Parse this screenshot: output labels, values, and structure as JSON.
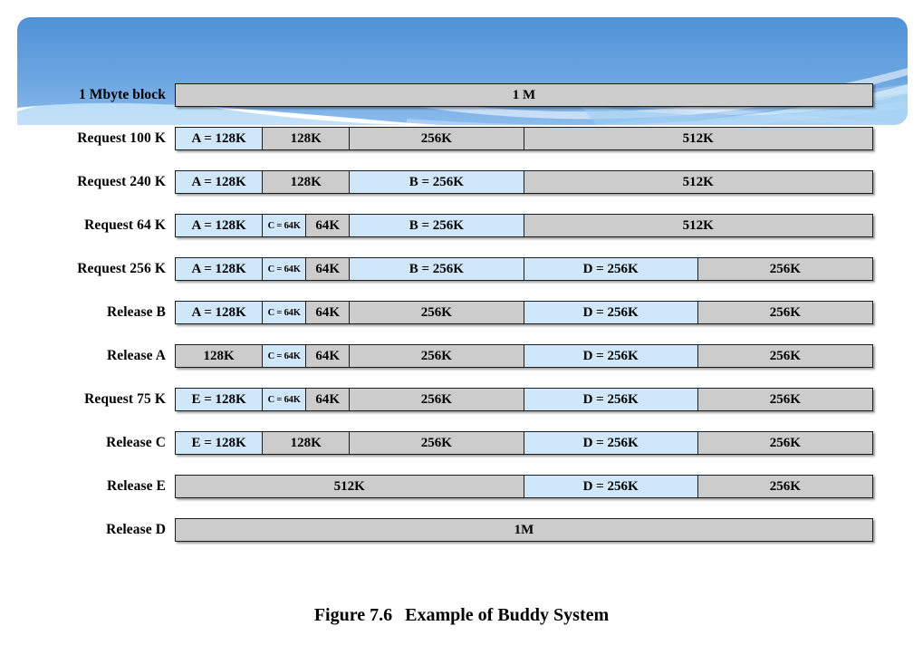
{
  "caption": {
    "number": "Figure 7.6",
    "text": "Example of Buddy System"
  },
  "colors": {
    "free_block": "#cccccc",
    "allocated_block": "#cfe7f8",
    "block_border": "#1c1c1c",
    "banner_blue_dark": "#5d9ede",
    "banner_blue_light": "#a8d2f0",
    "page_background": "#ffffff"
  },
  "diagram": {
    "total_size_label": "1 M",
    "total_units": 1024,
    "rows": [
      {
        "label": "1 Mbyte block",
        "segments": [
          {
            "text": "1 M",
            "units": 1024,
            "state": "free",
            "small": false
          }
        ]
      },
      {
        "label": "Request 100 K",
        "segments": [
          {
            "text": "A = 128K",
            "units": 128,
            "state": "alloc",
            "small": false
          },
          {
            "text": "128K",
            "units": 128,
            "state": "free",
            "small": false
          },
          {
            "text": "256K",
            "units": 256,
            "state": "free",
            "small": false
          },
          {
            "text": "512K",
            "units": 512,
            "state": "free",
            "small": false
          }
        ]
      },
      {
        "label": "Request 240 K",
        "segments": [
          {
            "text": "A = 128K",
            "units": 128,
            "state": "alloc",
            "small": false
          },
          {
            "text": "128K",
            "units": 128,
            "state": "free",
            "small": false
          },
          {
            "text": "B = 256K",
            "units": 256,
            "state": "alloc",
            "small": false
          },
          {
            "text": "512K",
            "units": 512,
            "state": "free",
            "small": false
          }
        ]
      },
      {
        "label": "Request 64 K",
        "segments": [
          {
            "text": "A = 128K",
            "units": 128,
            "state": "alloc",
            "small": false
          },
          {
            "text": "C = 64K",
            "units": 64,
            "state": "alloc",
            "small": true
          },
          {
            "text": "64K",
            "units": 64,
            "state": "free",
            "small": false
          },
          {
            "text": "B = 256K",
            "units": 256,
            "state": "alloc",
            "small": false
          },
          {
            "text": "512K",
            "units": 512,
            "state": "free",
            "small": false
          }
        ]
      },
      {
        "label": "Request 256 K",
        "segments": [
          {
            "text": "A = 128K",
            "units": 128,
            "state": "alloc",
            "small": false
          },
          {
            "text": "C = 64K",
            "units": 64,
            "state": "alloc",
            "small": true
          },
          {
            "text": "64K",
            "units": 64,
            "state": "free",
            "small": false
          },
          {
            "text": "B = 256K",
            "units": 256,
            "state": "alloc",
            "small": false
          },
          {
            "text": "D = 256K",
            "units": 256,
            "state": "alloc",
            "small": false
          },
          {
            "text": "256K",
            "units": 256,
            "state": "free",
            "small": false
          }
        ]
      },
      {
        "label": "Release B",
        "segments": [
          {
            "text": "A = 128K",
            "units": 128,
            "state": "alloc",
            "small": false
          },
          {
            "text": "C = 64K",
            "units": 64,
            "state": "alloc",
            "small": true
          },
          {
            "text": "64K",
            "units": 64,
            "state": "free",
            "small": false
          },
          {
            "text": "256K",
            "units": 256,
            "state": "free",
            "small": false
          },
          {
            "text": "D = 256K",
            "units": 256,
            "state": "alloc",
            "small": false
          },
          {
            "text": "256K",
            "units": 256,
            "state": "free",
            "small": false
          }
        ]
      },
      {
        "label": "Release A",
        "segments": [
          {
            "text": "128K",
            "units": 128,
            "state": "free",
            "small": false
          },
          {
            "text": "C = 64K",
            "units": 64,
            "state": "alloc",
            "small": true
          },
          {
            "text": "64K",
            "units": 64,
            "state": "free",
            "small": false
          },
          {
            "text": "256K",
            "units": 256,
            "state": "free",
            "small": false
          },
          {
            "text": "D = 256K",
            "units": 256,
            "state": "alloc",
            "small": false
          },
          {
            "text": "256K",
            "units": 256,
            "state": "free",
            "small": false
          }
        ]
      },
      {
        "label": "Request 75 K",
        "segments": [
          {
            "text": "E = 128K",
            "units": 128,
            "state": "alloc",
            "small": false
          },
          {
            "text": "C = 64K",
            "units": 64,
            "state": "alloc",
            "small": true
          },
          {
            "text": "64K",
            "units": 64,
            "state": "free",
            "small": false
          },
          {
            "text": "256K",
            "units": 256,
            "state": "free",
            "small": false
          },
          {
            "text": "D = 256K",
            "units": 256,
            "state": "alloc",
            "small": false
          },
          {
            "text": "256K",
            "units": 256,
            "state": "free",
            "small": false
          }
        ]
      },
      {
        "label": "Release C",
        "segments": [
          {
            "text": "E = 128K",
            "units": 128,
            "state": "alloc",
            "small": false
          },
          {
            "text": "128K",
            "units": 128,
            "state": "free",
            "small": false
          },
          {
            "text": "256K",
            "units": 256,
            "state": "free",
            "small": false
          },
          {
            "text": "D = 256K",
            "units": 256,
            "state": "alloc",
            "small": false
          },
          {
            "text": "256K",
            "units": 256,
            "state": "free",
            "small": false
          }
        ]
      },
      {
        "label": "Release E",
        "segments": [
          {
            "text": "512K",
            "units": 512,
            "state": "free",
            "small": false
          },
          {
            "text": "D = 256K",
            "units": 256,
            "state": "alloc",
            "small": false
          },
          {
            "text": "256K",
            "units": 256,
            "state": "free",
            "small": false
          }
        ]
      },
      {
        "label": "Release D",
        "segments": [
          {
            "text": "1M",
            "units": 1024,
            "state": "free",
            "small": false
          }
        ]
      }
    ]
  }
}
